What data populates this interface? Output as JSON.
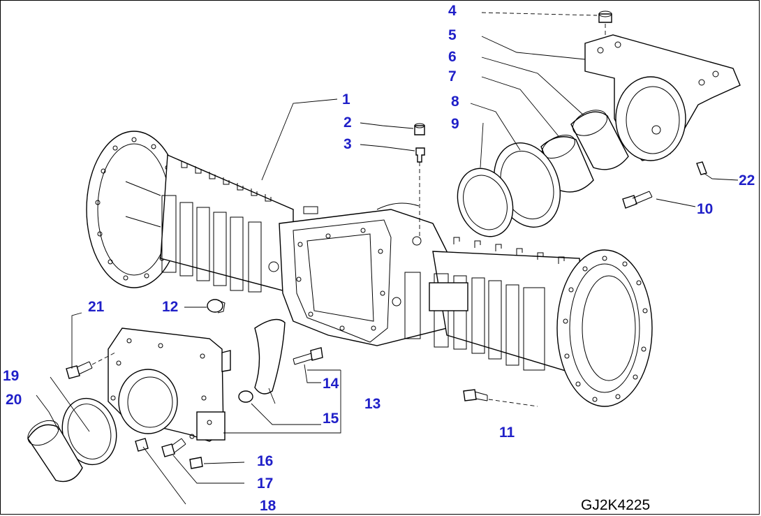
{
  "callouts": [
    {
      "id": "1",
      "label": "1"
    },
    {
      "id": "2",
      "label": "2"
    },
    {
      "id": "3",
      "label": "3"
    },
    {
      "id": "4",
      "label": "4"
    },
    {
      "id": "5",
      "label": "5"
    },
    {
      "id": "6",
      "label": "6"
    },
    {
      "id": "7",
      "label": "7"
    },
    {
      "id": "8",
      "label": "8"
    },
    {
      "id": "9",
      "label": "9"
    },
    {
      "id": "10",
      "label": "10"
    },
    {
      "id": "11",
      "label": "11"
    },
    {
      "id": "12",
      "label": "12"
    },
    {
      "id": "13",
      "label": "13"
    },
    {
      "id": "14",
      "label": "14"
    },
    {
      "id": "15",
      "label": "15"
    },
    {
      "id": "16",
      "label": "16"
    },
    {
      "id": "17",
      "label": "17"
    },
    {
      "id": "18",
      "label": "18"
    },
    {
      "id": "19",
      "label": "19"
    },
    {
      "id": "20",
      "label": "20"
    },
    {
      "id": "21",
      "label": "21"
    },
    {
      "id": "22",
      "label": "22"
    }
  ],
  "drawing_code": "GJ2K4225",
  "colors": {
    "callout": "#1f1fc8",
    "line": "#000000",
    "background": "#ffffff"
  }
}
